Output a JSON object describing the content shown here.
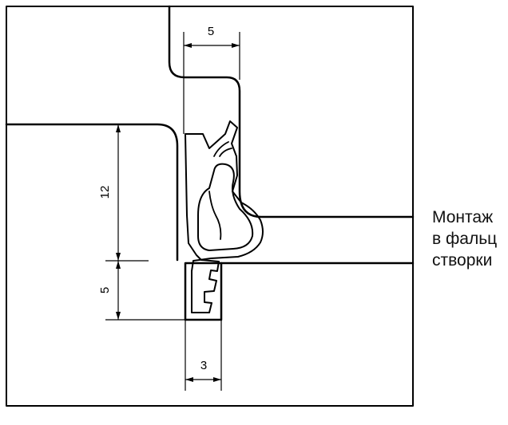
{
  "dimensions": {
    "top_width": "5",
    "seal_height": "12",
    "lip_height": "5",
    "bottom_width": "3"
  },
  "caption": {
    "line1": "Монтаж",
    "line2": "в фальц",
    "line3": "створки"
  },
  "colors": {
    "line": "#000000",
    "background": "#ffffff"
  }
}
